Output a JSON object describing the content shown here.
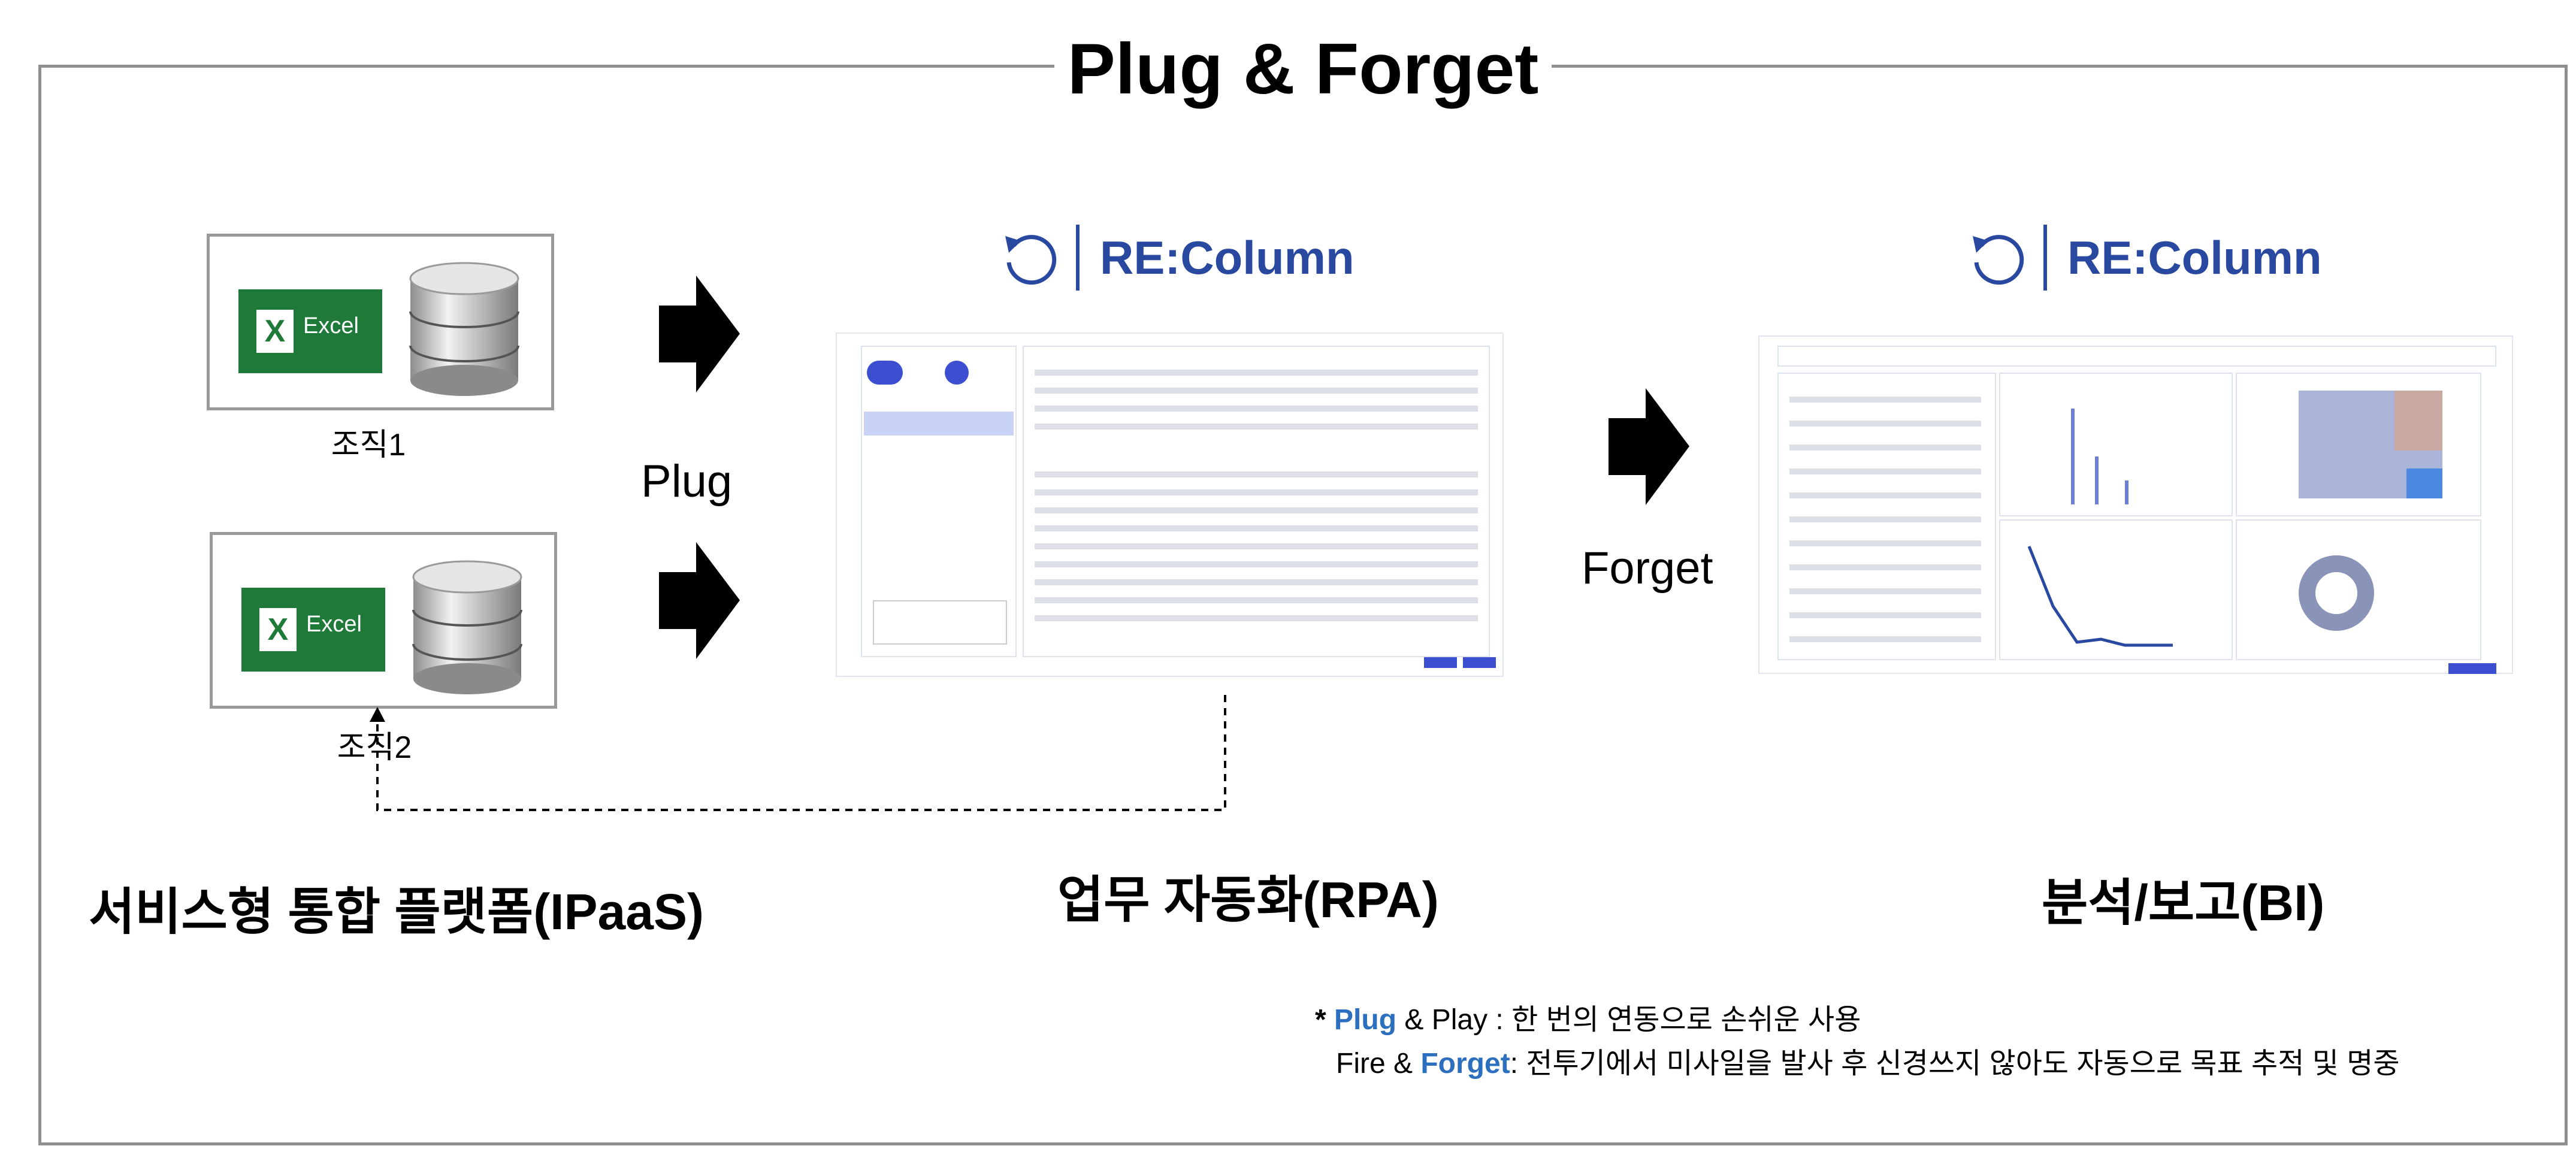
{
  "title": "Plug & Forget",
  "sources": [
    {
      "excel_label": "Excel",
      "org_label": "조직1"
    },
    {
      "excel_label": "Excel",
      "org_label": "조직2"
    }
  ],
  "arrow_labels": {
    "plug": "Plug",
    "forget": "Forget"
  },
  "brand": {
    "name": "RE:Column",
    "color": "#2948a0"
  },
  "sections": {
    "ipaas": "서비스형 통합 플랫폼(IPaaS)",
    "rpa": "업무 자동화(RPA)",
    "bi": "분석/보고(BI)"
  },
  "notes": {
    "line1": {
      "star": "* ",
      "keyword": "Plug",
      "rest": " & Play : 한 번의 연동으로 손쉬운 사용"
    },
    "line2": {
      "prefix": "Fire & ",
      "keyword": "Forget",
      "rest": ": 전투기에서 미사일을 발사 후 신경쓰지 않아도 자동으로 목표 추적 및 명중"
    }
  },
  "colors": {
    "excel_green": "#1f7a3a",
    "brand_blue": "#2948a0",
    "note_keyword": "#2d6fbf",
    "frame_gray": "#8f8f8f"
  },
  "icons": [
    "excel-icon",
    "database-icon",
    "right-arrow-icon",
    "refresh-icon",
    "dashed-return-arrow"
  ]
}
